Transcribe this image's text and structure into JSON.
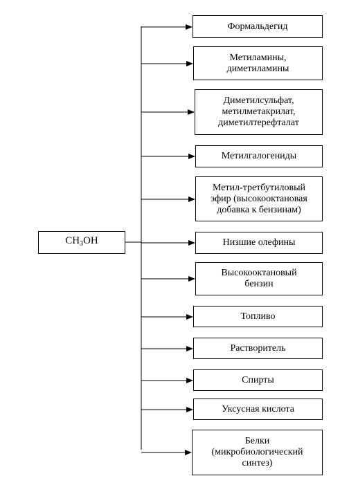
{
  "source": {
    "prefix": "CH",
    "subscript": "3",
    "suffix": "OH"
  },
  "products": [
    "Формальдегид",
    "Метиламины,\nдиметиламины",
    "Диметилсульфат,\nметилметакрилат,\nдиметилтерефталат",
    "Метилгалогениды",
    "Метил-третбутиловый\nэфир (высокооктановая\nдобавка к бензинам)",
    "Низшие олефины",
    "Высокооктановый\nбензин",
    "Топливо",
    "Растворитель",
    "Спирты",
    "Уксусная кислота",
    "Белки\n(микробиологический\nсинтез)"
  ]
}
